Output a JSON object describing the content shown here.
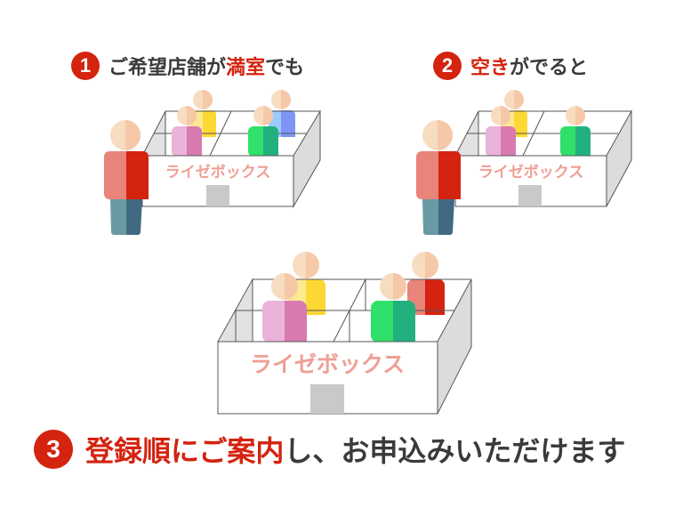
{
  "steps": [
    {
      "number": "1",
      "text_before": "ご希望店舗が",
      "text_highlight": "満室",
      "text_after": "でも"
    },
    {
      "number": "2",
      "text_before": "",
      "text_highlight": "空き",
      "text_after": "がでると"
    },
    {
      "number": "3",
      "text_before": "",
      "text_highlight": "登録順にご案内",
      "text_after": "し、お申込みいただけます"
    }
  ],
  "box_label": "ライゼボックス",
  "colors": {
    "accent_red": "#d4230f",
    "text_dark": "#3a3a3a",
    "box_label": "#ef9f95",
    "box_side": "#dcdcdc",
    "box_door": "#c8c9ca"
  },
  "illustrations": [
    {
      "name": "full-storage",
      "occupants": [
        "yellow",
        "blue",
        "pink",
        "green"
      ],
      "waiting_person": true
    },
    {
      "name": "vacancy-storage",
      "occupants": [
        "yellow",
        "pink",
        "green"
      ],
      "waiting_person": true
    },
    {
      "name": "assigned-storage",
      "occupants": [
        "yellow",
        "red",
        "pink",
        "green"
      ],
      "waiting_person": false
    }
  ]
}
